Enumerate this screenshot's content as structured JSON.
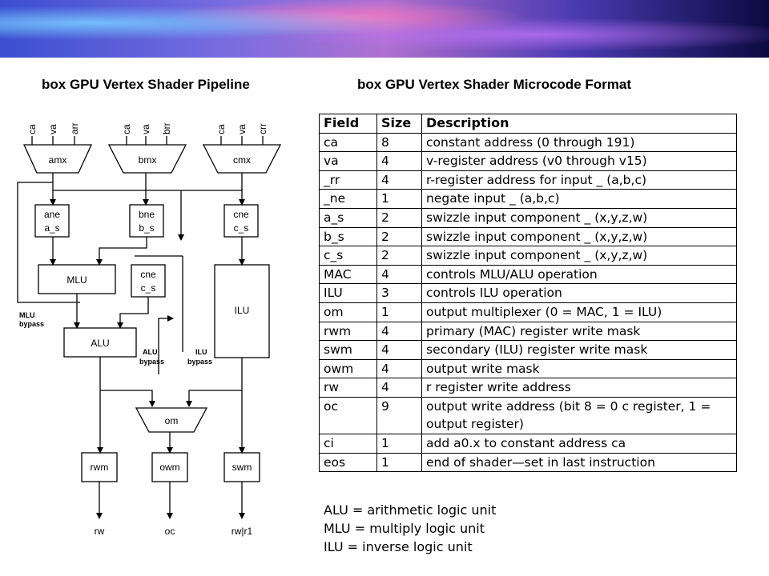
{
  "left_title": "box GPU Vertex Shader Pipeline",
  "right_title": "box GPU Vertex Shader Microcode Format",
  "diagram": {
    "inputs_a": [
      "ca",
      "va",
      "arr"
    ],
    "inputs_b": [
      "ca",
      "va",
      "brr"
    ],
    "inputs_c": [
      "ca",
      "va",
      "crr"
    ],
    "mux_a": "amx",
    "mux_b": "bmx",
    "mux_c": "cmx",
    "box_a_line1": "ane",
    "box_a_line2": "a_s",
    "box_b_line1": "bne",
    "box_b_line2": "b_s",
    "box_c_line1": "cne",
    "box_c_line2": "c_s",
    "box_c2_line1": "cne",
    "box_c2_line2": "c_s",
    "mlu": "MLU",
    "alu": "ALU",
    "ilu": "ILU",
    "mlu_bypass_line1": "MLU",
    "mlu_bypass_line2": "bypass",
    "alu_bypass_line1": "ALU",
    "alu_bypass_line2": "bypass",
    "ilu_bypass_line1": "ILU",
    "ilu_bypass_line2": "bypass",
    "om": "om",
    "rwm": "rwm",
    "owm": "owm",
    "swm": "swm",
    "out_rw": "rw",
    "out_oc": "oc",
    "out_rwr1": "rw|r1"
  },
  "table": {
    "headers": [
      "Field",
      "Size",
      "Description"
    ],
    "rows": [
      {
        "field": "ca",
        "size": "8",
        "desc": "constant address (0 through 191)"
      },
      {
        "field": "va",
        "size": "4",
        "desc": "v-register address (v0 through v15)"
      },
      {
        "field": "_rr",
        "size": "4",
        "desc": "r-register address for input _ (a,b,c)"
      },
      {
        "field": "_ne",
        "size": "1",
        "desc": "negate input _ (a,b,c)"
      },
      {
        "field": "a_s",
        "size": "2",
        "desc": "swizzle input component _ (x,y,z,w)"
      },
      {
        "field": "b_s",
        "size": "2",
        "desc": "swizzle input component _ (x,y,z,w)"
      },
      {
        "field": "c_s",
        "size": "2",
        "desc": "swizzle input component _ (x,y,z,w)"
      },
      {
        "field": "MAC",
        "size": "4",
        "desc": "controls MLU/ALU operation"
      },
      {
        "field": "ILU",
        "size": "3",
        "desc": "controls ILU operation"
      },
      {
        "field": "om",
        "size": "1",
        "desc": "output multiplexer (0 = MAC, 1 = ILU)"
      },
      {
        "field": "rwm",
        "size": "4",
        "desc": "primary (MAC) register write mask"
      },
      {
        "field": "swm",
        "size": "4",
        "desc": "secondary (ILU) register write mask"
      },
      {
        "field": "owm",
        "size": "4",
        "desc": "output write mask"
      },
      {
        "field": "rw",
        "size": "4",
        "desc": "r register write address"
      },
      {
        "field": "oc",
        "size": "9",
        "desc": "output write address (bit 8 = 0 c register, 1 = output register)"
      },
      {
        "field": "ci",
        "size": "1",
        "desc": "add a0.x to constant address ca"
      },
      {
        "field": "eos",
        "size": "1",
        "desc": "end of shader—set in last instruction"
      }
    ]
  },
  "legend": [
    "ALU = arithmetic logic unit",
    "MLU = multiply logic unit",
    "ILU = inverse logic unit"
  ]
}
